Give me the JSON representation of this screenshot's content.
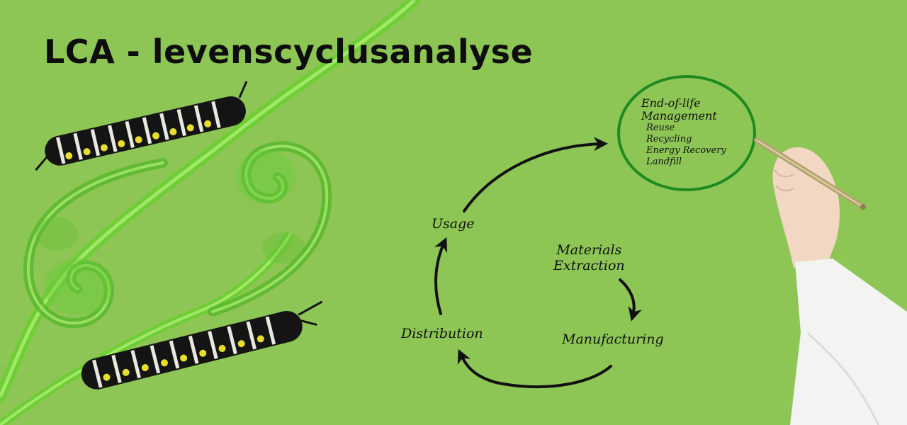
{
  "title": "LCA - levenscyclusanalyse",
  "cycle": {
    "materials_extraction": [
      "Materials",
      "Extraction"
    ],
    "manufacturing": "Manufacturing",
    "distribution": "Distribution",
    "usage": "Usage"
  },
  "end_of_life": {
    "title": [
      "End-of-life",
      "Management"
    ],
    "items": [
      "Reuse",
      "Recycling",
      "Energy Recovery",
      "Landfill"
    ]
  },
  "colors": {
    "background": "#8dc655",
    "circle": "#1f8a1f",
    "arrows": "#111111",
    "stem": "#7fd34a"
  }
}
